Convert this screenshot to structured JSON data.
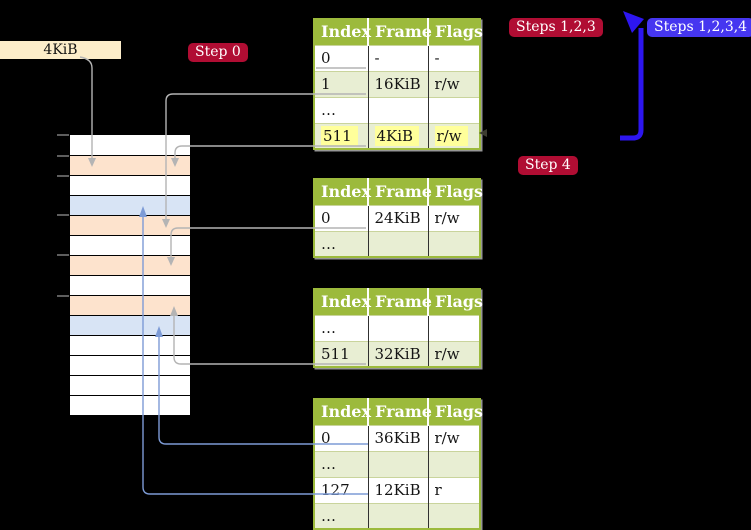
{
  "colors": {
    "background": "#000000",
    "table_header_green": "#9cba3c",
    "table_row_green": "#e8eed3",
    "highlight_yellow": "#ffff9b",
    "label_wheat": "#fcedca",
    "step_label_crimson": "#b00d33",
    "step_label_blue": "#4636f0",
    "arrow_gray": "#b4b4b4",
    "arrow_thin_blue": "#7d9bd6",
    "arrow_thick_blue": "#2d16f0",
    "memory_row_peach": "#fde3cd",
    "memory_row_blue": "#d8e4f5"
  },
  "labels": {
    "frame_size": "4KiB",
    "step0": "Step 0",
    "steps123": "Steps 1,2,3",
    "steps1234": "Steps 1,2,3,4",
    "step4": "Step 4"
  },
  "tables": [
    {
      "headers": [
        "Index",
        "Frame",
        "Flags"
      ],
      "rows": [
        {
          "index": "0",
          "frame": "-",
          "flags": "-"
        },
        {
          "index": "1",
          "frame": "16KiB",
          "flags": "r/w"
        },
        {
          "index": "…",
          "frame": "",
          "flags": ""
        },
        {
          "index": "511",
          "frame": "4KiB",
          "flags": "r/w"
        }
      ]
    },
    {
      "headers": [
        "Index",
        "Frame",
        "Flags"
      ],
      "rows": [
        {
          "index": "0",
          "frame": "24KiB",
          "flags": "r/w"
        },
        {
          "index": "…",
          "frame": "",
          "flags": ""
        }
      ]
    },
    {
      "headers": [
        "Index",
        "Frame",
        "Flags"
      ],
      "rows": [
        {
          "index": "…",
          "frame": "",
          "flags": ""
        },
        {
          "index": "511",
          "frame": "32KiB",
          "flags": "r/w"
        }
      ]
    },
    {
      "headers": [
        "Index",
        "Frame",
        "Flags"
      ],
      "rows": [
        {
          "index": "0",
          "frame": "36KiB",
          "flags": "r/w"
        },
        {
          "index": "…",
          "frame": "",
          "flags": ""
        },
        {
          "index": "127",
          "frame": "12KiB",
          "flags": "r"
        },
        {
          "index": "…",
          "frame": "",
          "flags": ""
        }
      ]
    }
  ],
  "memory_stack": {
    "rows": [
      {
        "kind": "plain"
      },
      {
        "kind": "peach"
      },
      {
        "kind": "plain"
      },
      {
        "kind": "blue"
      },
      {
        "kind": "peach"
      },
      {
        "kind": "plain"
      },
      {
        "kind": "peach"
      },
      {
        "kind": "plain"
      },
      {
        "kind": "peach"
      },
      {
        "kind": "blue"
      },
      {
        "kind": "plain"
      },
      {
        "kind": "plain"
      },
      {
        "kind": "plain"
      },
      {
        "kind": "plain"
      }
    ]
  }
}
